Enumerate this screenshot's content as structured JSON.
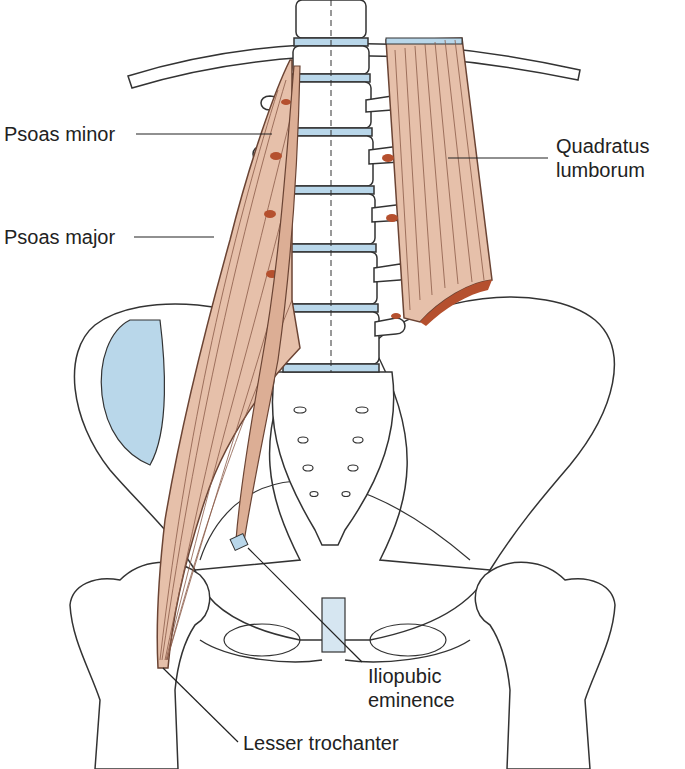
{
  "diagram": {
    "labels": [
      "Psoas minor",
      "Psoas major",
      "Quadratus lumborum",
      "Iliopubic eminence",
      "Lesser trochanter"
    ]
  }
}
